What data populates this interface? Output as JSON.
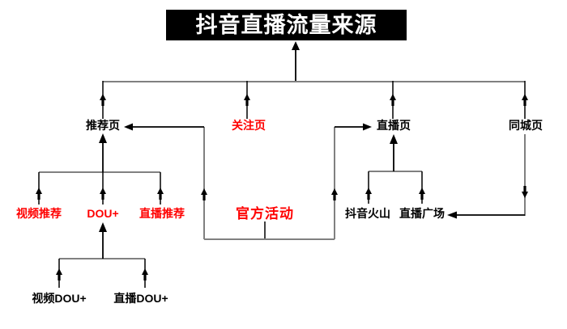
{
  "title": {
    "label": "抖音直播流量来源",
    "bg_color": "#000000",
    "text_color": "#ffffff"
  },
  "colors": {
    "highlight_red": "#ff0000",
    "text_black": "#000000",
    "connector_gray": "#808080",
    "arrow_black": "#000000"
  },
  "nodes": {
    "tuijianye": {
      "label": "推荐页",
      "color": "#000000"
    },
    "guanzhuye": {
      "label": "关注页",
      "color": "#ff0000"
    },
    "zhiboye": {
      "label": "直播页",
      "color": "#000000"
    },
    "tongchengye": {
      "label": "同城页",
      "color": "#000000"
    },
    "shipintuijian": {
      "label": "视频推荐",
      "color": "#ff0000"
    },
    "douplus": {
      "label": "DOU+",
      "color": "#ff0000"
    },
    "zhibotuijian": {
      "label": "直播推荐",
      "color": "#ff0000"
    },
    "guanfanghuodong": {
      "label": "官方活动",
      "color": "#ff0000"
    },
    "shipindouplus": {
      "label": "视频DOU+",
      "color": "#000000"
    },
    "zhibodouplus": {
      "label": "直播DOU+",
      "color": "#000000"
    },
    "douyinhuoshan": {
      "label": "抖音火山",
      "color": "#000000"
    },
    "zhiboguangchang": {
      "label": "直播广场",
      "color": "#000000"
    }
  },
  "edges": [
    {
      "from": "推荐页",
      "to": "抖音直播流量来源"
    },
    {
      "from": "关注页",
      "to": "抖音直播流量来源"
    },
    {
      "from": "直播页",
      "to": "抖音直播流量来源"
    },
    {
      "from": "同城页",
      "to": "抖音直播流量来源"
    },
    {
      "from": "视频推荐",
      "to": "推荐页"
    },
    {
      "from": "DOU+",
      "to": "推荐页"
    },
    {
      "from": "直播推荐",
      "to": "推荐页"
    },
    {
      "from": "视频DOU+",
      "to": "DOU+"
    },
    {
      "from": "直播DOU+",
      "to": "DOU+"
    },
    {
      "from": "抖音火山",
      "to": "直播页"
    },
    {
      "from": "直播广场",
      "to": "直播页"
    },
    {
      "from": "官方活动",
      "to": "推荐页"
    },
    {
      "from": "官方活动",
      "to": "直播页"
    },
    {
      "from": "同城页",
      "to": "直播广场"
    }
  ]
}
